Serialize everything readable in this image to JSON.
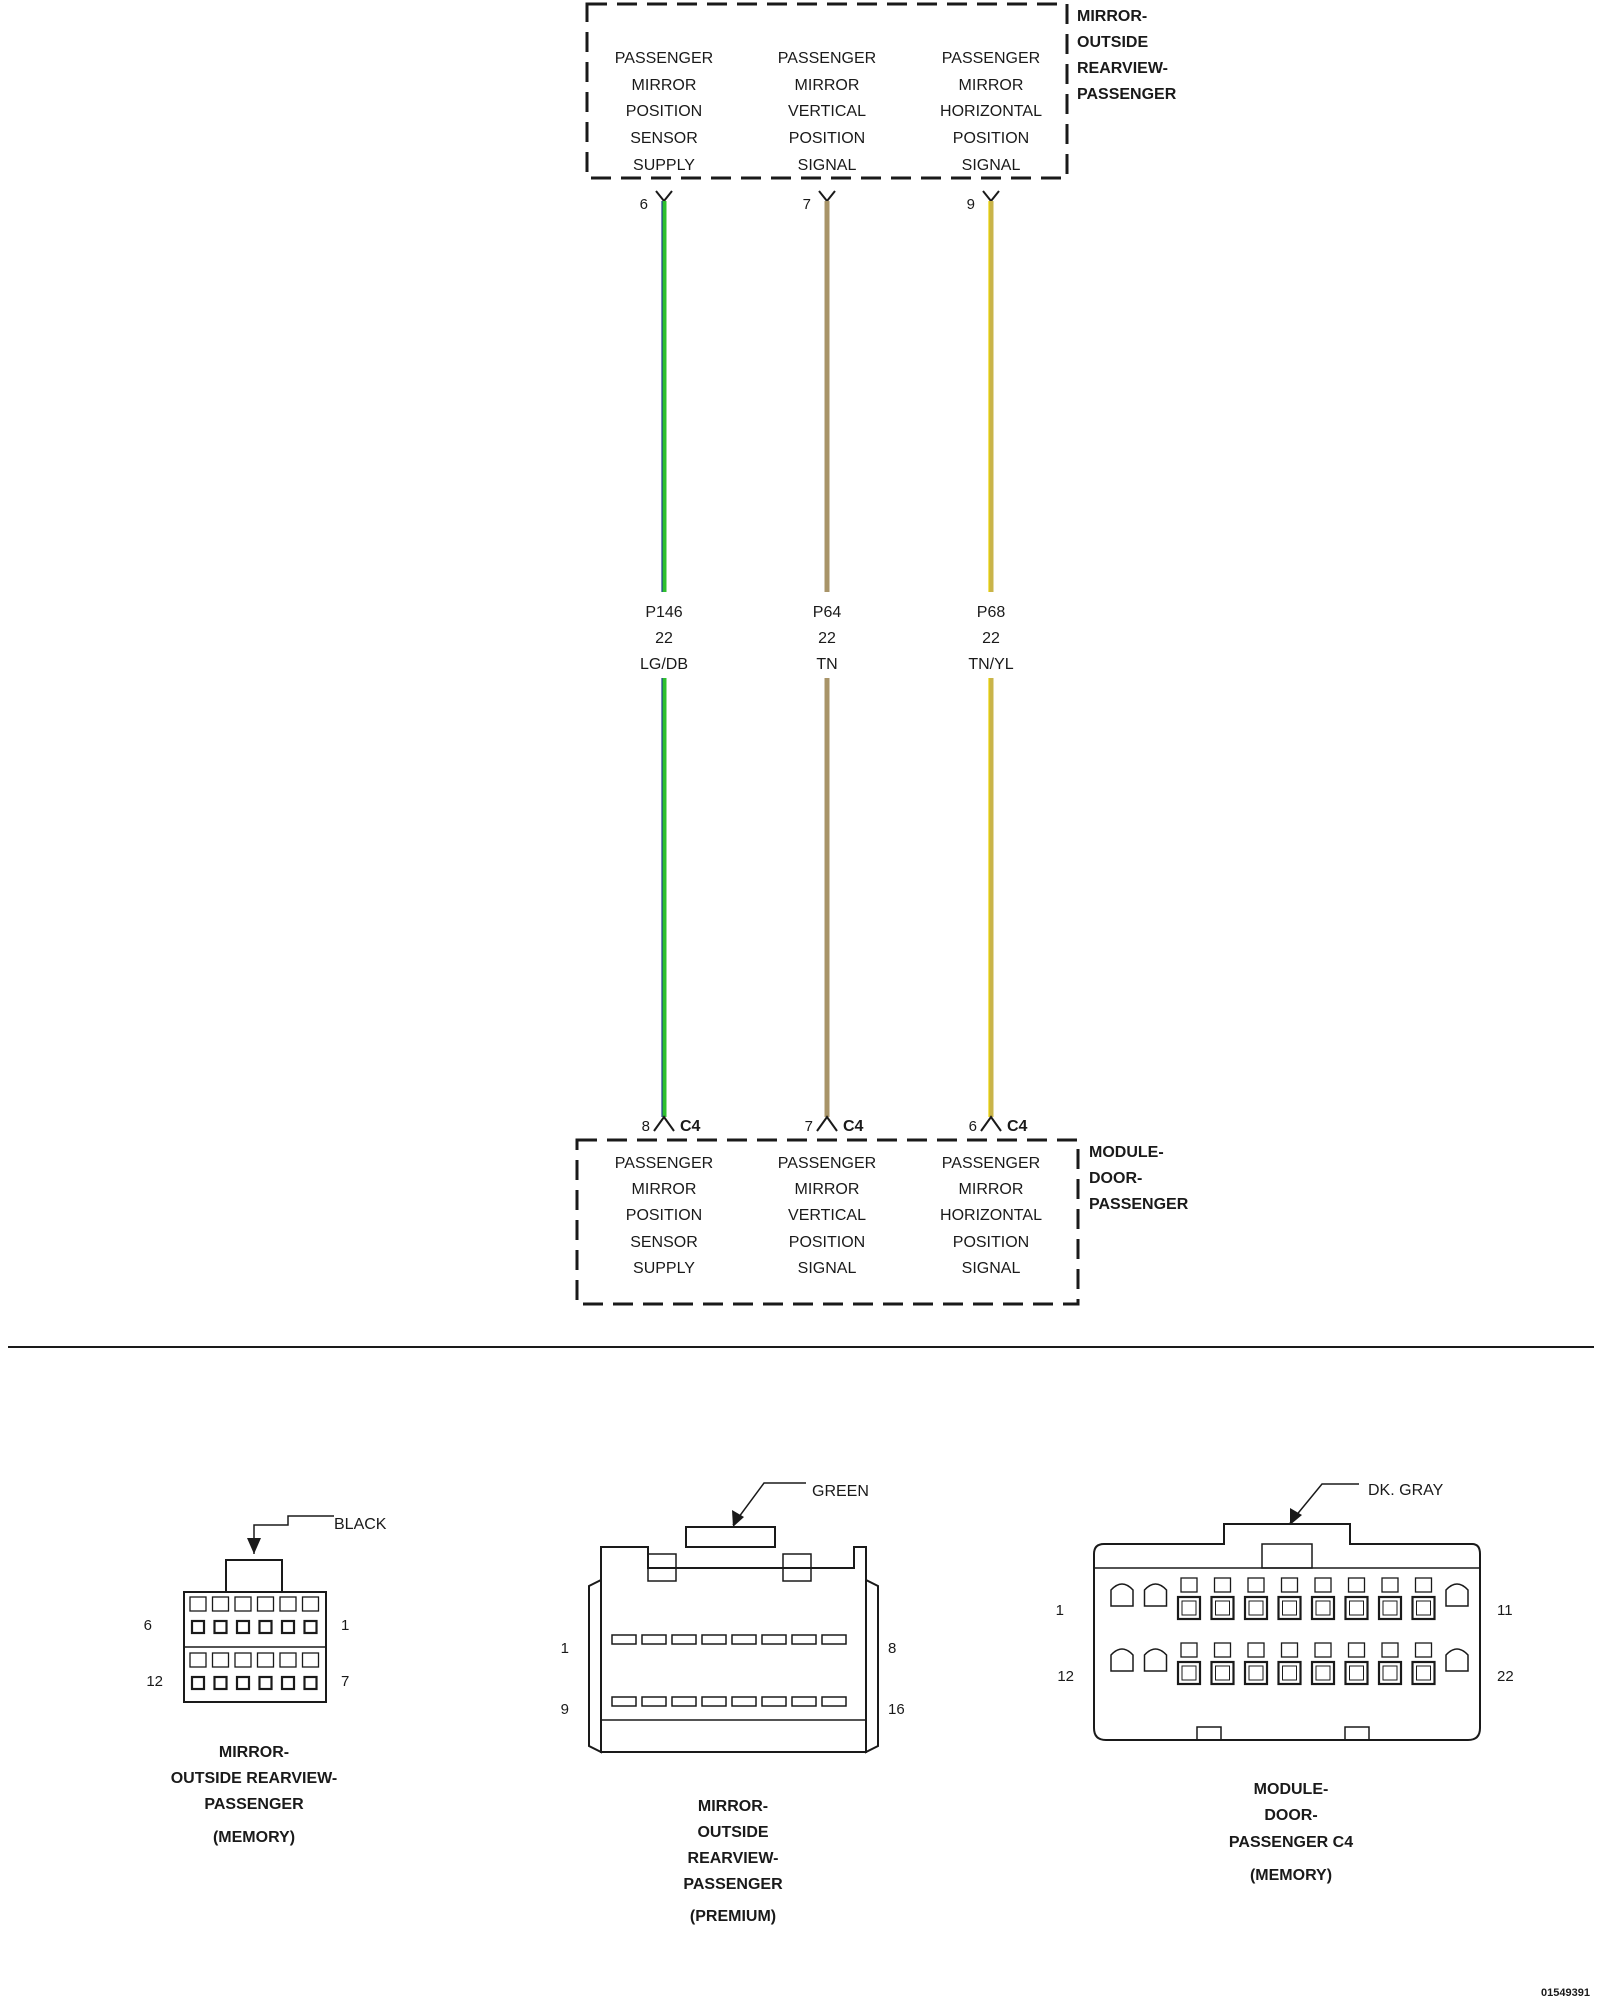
{
  "top_component": {
    "name_lines": [
      "MIRROR-",
      "OUTSIDE",
      "REARVIEW-",
      "PASSENGER"
    ],
    "pins": [
      {
        "lines": [
          "PASSENGER",
          "MIRROR",
          "POSITION",
          "SENSOR",
          "SUPPLY"
        ],
        "pin": "6"
      },
      {
        "lines": [
          "PASSENGER",
          "MIRROR",
          "VERTICAL",
          "POSITION",
          "SIGNAL"
        ],
        "pin": "7"
      },
      {
        "lines": [
          "PASSENGER",
          "MIRROR",
          "HORIZONTAL",
          "POSITION",
          "SIGNAL"
        ],
        "pin": "9"
      }
    ]
  },
  "wires": [
    {
      "circuit": "P146",
      "gauge": "22",
      "color_code": "LG/DB",
      "stroke": "#2ec02e",
      "stripe": "#1f3f8f"
    },
    {
      "circuit": "P64",
      "gauge": "22",
      "color_code": "TN",
      "stroke": "#a89468",
      "stripe": ""
    },
    {
      "circuit": "P68",
      "gauge": "22",
      "color_code": "TN/YL",
      "stroke": "#c9b44a",
      "stripe": "#e8d000"
    }
  ],
  "bottom_component": {
    "name_lines": [
      "MODULE-",
      "DOOR-",
      "PASSENGER"
    ],
    "connector": "C4",
    "pins": [
      {
        "lines": [
          "PASSENGER",
          "MIRROR",
          "POSITION",
          "SENSOR",
          "SUPPLY"
        ],
        "pin": "8"
      },
      {
        "lines": [
          "PASSENGER",
          "MIRROR",
          "VERTICAL",
          "POSITION",
          "SIGNAL"
        ],
        "pin": "7"
      },
      {
        "lines": [
          "PASSENGER",
          "MIRROR",
          "HORIZONTAL",
          "POSITION",
          "SIGNAL"
        ],
        "pin": "6"
      }
    ]
  },
  "connector_views": [
    {
      "color": "BLACK",
      "pins_top_left": "6",
      "pins_top_right": "1",
      "pins_bottom_left": "12",
      "pins_bottom_right": "7",
      "name_lines": [
        "MIRROR-",
        "OUTSIDE REARVIEW-",
        "PASSENGER"
      ],
      "variant": "(MEMORY)"
    },
    {
      "color": "GREEN",
      "pins_top_left": "1",
      "pins_top_right": "8",
      "pins_bottom_left": "9",
      "pins_bottom_right": "16",
      "name_lines": [
        "MIRROR-",
        "OUTSIDE",
        "REARVIEW-",
        "PASSENGER"
      ],
      "variant": "(PREMIUM)"
    },
    {
      "color": "DK. GRAY",
      "pins_top_left": "1",
      "pins_top_right": "11",
      "pins_bottom_left": "12",
      "pins_bottom_right": "22",
      "name_lines": [
        "MODULE-",
        "DOOR-",
        "PASSENGER C4"
      ],
      "variant": "(MEMORY)"
    }
  ],
  "figure_id": "01549391"
}
